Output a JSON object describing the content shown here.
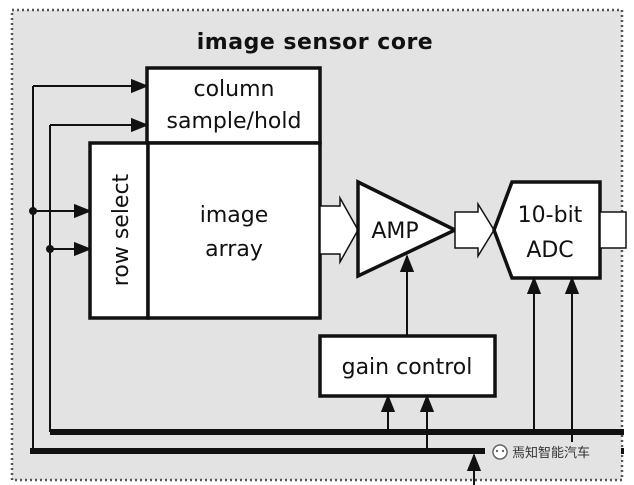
{
  "diagram": {
    "title": "image sensor core",
    "blocks": {
      "column_sample_hold": {
        "line1": "column",
        "line2": "sample/hold"
      },
      "row_select": {
        "label": "row select"
      },
      "image_array": {
        "line1": "image",
        "line2": "array"
      },
      "amp": {
        "label": "AMP"
      },
      "adc": {
        "line1": "10-bit",
        "line2": "ADC"
      },
      "gain_control": {
        "label": "gain control"
      }
    },
    "watermark": "焉知智能汽车"
  },
  "colors": {
    "background": "#ffffff",
    "core_fill": "#e3e3e3",
    "stroke": "#111111",
    "dotted_border": "#555555"
  }
}
